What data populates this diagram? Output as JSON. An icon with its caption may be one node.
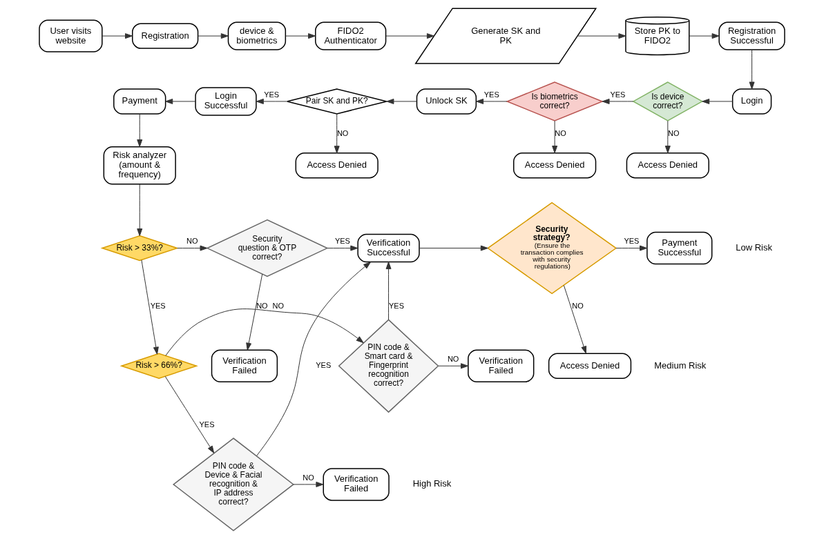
{
  "diagram": {
    "nodes": [
      {
        "text": [
          "User visits website"
        ]
      },
      {
        "text": [
          "Registration"
        ]
      },
      {
        "text": [
          "device & biometrics"
        ]
      },
      {
        "text": [
          "FIDO2 Authenticator"
        ]
      },
      {
        "text": [
          "Generate SK and PK"
        ]
      },
      {
        "text": [
          "Store PK to FIDO2"
        ]
      },
      {
        "text": [
          "Registration Successful"
        ]
      },
      {
        "text": [
          "Payment"
        ]
      },
      {
        "text": [
          "Login Successful"
        ]
      },
      {
        "text": [
          "Pair SK and PK?"
        ]
      },
      {
        "text": [
          "Unlock SK"
        ]
      },
      {
        "text": [
          "Is biometrics correct?"
        ]
      },
      {
        "text": [
          "Is device correct?"
        ]
      },
      {
        "text": [
          "Login"
        ]
      },
      {
        "text": [
          "Risk analyzer (amount & frequency)"
        ]
      },
      {
        "text": [
          "Verification Failed"
        ]
      },
      {
        "text": [
          "Access Denied"
        ]
      },
      {
        "text": [
          "Access Denied"
        ]
      },
      {
        "text": [
          "Access Denied"
        ]
      },
      {
        "text": [
          "Risk > 33%?"
        ]
      },
      {
        "text": [
          "Security question & OTP correct?"
        ]
      },
      {
        "text": [
          "Verification Successful"
        ]
      },
      {
        "text": [
          "Security strategy?",
          "(Ensure the transaction complies with security regulations)"
        ]
      },
      {
        "text": [
          "Payment Successful"
        ]
      },
      {
        "text": [
          "Risk > 66%?"
        ]
      },
      {
        "text": [
          "PIN code & Smart card & Fingerprint recognition correct?"
        ]
      },
      {
        "text": [
          "Verification Failed"
        ]
      },
      {
        "text": [
          "Access Denied"
        ]
      },
      {
        "text": [
          "PIN code & Device & Facial recognition & IP address correct?"
        ]
      },
      {
        "text": [
          "Verification Failed"
        ]
      }
    ],
    "edges": [
      {
        "from": 0,
        "to": 1,
        "arrow": "to"
      },
      {
        "from": 1,
        "to": 2,
        "arrow": "to"
      },
      {
        "from": 2,
        "to": 3,
        "arrow": "to"
      },
      {
        "from": 3,
        "to": 4,
        "arrow": "to"
      },
      {
        "from": 4,
        "to": 5,
        "arrow": "to"
      },
      {
        "from": 5,
        "to": 6,
        "arrow": "to"
      },
      {
        "from": 6,
        "to": 13,
        "arrow": "to"
      },
      {
        "from": 13,
        "to": 12,
        "arrow": "to"
      },
      {
        "from": 12,
        "to": 11,
        "label": "YES",
        "arrow": "to"
      },
      {
        "from": 11,
        "to": 10,
        "label": "YES",
        "arrow": "to"
      },
      {
        "from": 10,
        "to": 9,
        "arrow": "to"
      },
      {
        "from": 9,
        "to": 8,
        "label": "YES",
        "arrow": "to"
      },
      {
        "from": 8,
        "to": 7,
        "arrow": "to"
      },
      {
        "from": 7,
        "to": 14,
        "arrow": "to"
      },
      {
        "from": 14,
        "to": 19,
        "arrow": "to"
      },
      {
        "from": 12,
        "to": 18,
        "label": "NO",
        "arrow": "to"
      },
      {
        "from": 11,
        "to": 17,
        "label": "NO",
        "arrow": "to"
      },
      {
        "from": 9,
        "to": 16,
        "label": "NO",
        "arrow": "to"
      },
      {
        "from": 19,
        "to": 20,
        "label": "NO",
        "arrow": "to"
      },
      {
        "from": 20,
        "to": 15,
        "label": "NO",
        "arrow": "to"
      },
      {
        "from": 20,
        "to": 21,
        "label": "YES",
        "arrow": "to"
      },
      {
        "from": 21,
        "to": 22,
        "arrow": "to"
      },
      {
        "from": 22,
        "to": 23,
        "label": "YES",
        "arrow": "to"
      },
      {
        "from": 22,
        "to": 27,
        "label": "NO",
        "arrow": "to"
      },
      {
        "from": 19,
        "to": 24,
        "label": "YES",
        "arrow": "to"
      },
      {
        "from": 24,
        "to": 25,
        "label": "NO",
        "arrow": "to"
      },
      {
        "from": 25,
        "to": 21,
        "label": "YES",
        "arrow": "to"
      },
      {
        "from": 25,
        "to": 26,
        "label": "NO",
        "arrow": "to"
      },
      {
        "from": 24,
        "to": 28,
        "label": "YES",
        "arrow": "to"
      },
      {
        "from": 28,
        "to": 21,
        "label": "YES",
        "arrow": "to"
      },
      {
        "from": 28,
        "to": 29,
        "label": "NO",
        "arrow": "to"
      }
    ],
    "labels": [
      "Low Risk",
      "Medium Risk",
      "High Risk"
    ]
  }
}
